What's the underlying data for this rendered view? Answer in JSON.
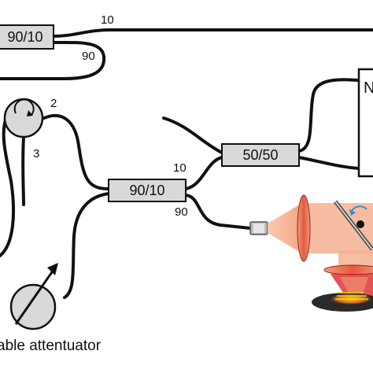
{
  "couplers": [
    {
      "ratio": "90/10"
    },
    {
      "ratio": "90/10"
    },
    {
      "ratio": "50/50"
    }
  ],
  "port_labels": {
    "top_10": "10",
    "top_90": "90",
    "circ_2": "2",
    "circ_3": "3",
    "mid_10": "10",
    "mid_90": "90"
  },
  "detector_label": "N",
  "attenuator_label": "able attentuator",
  "colors": {
    "fiber": "#111111",
    "coupler_fill": "#d9d9d9",
    "beam": "#f4a582",
    "lens": "#e8765c",
    "laser_light": "#d7191c",
    "sample_yellow": "#f2d21a"
  }
}
